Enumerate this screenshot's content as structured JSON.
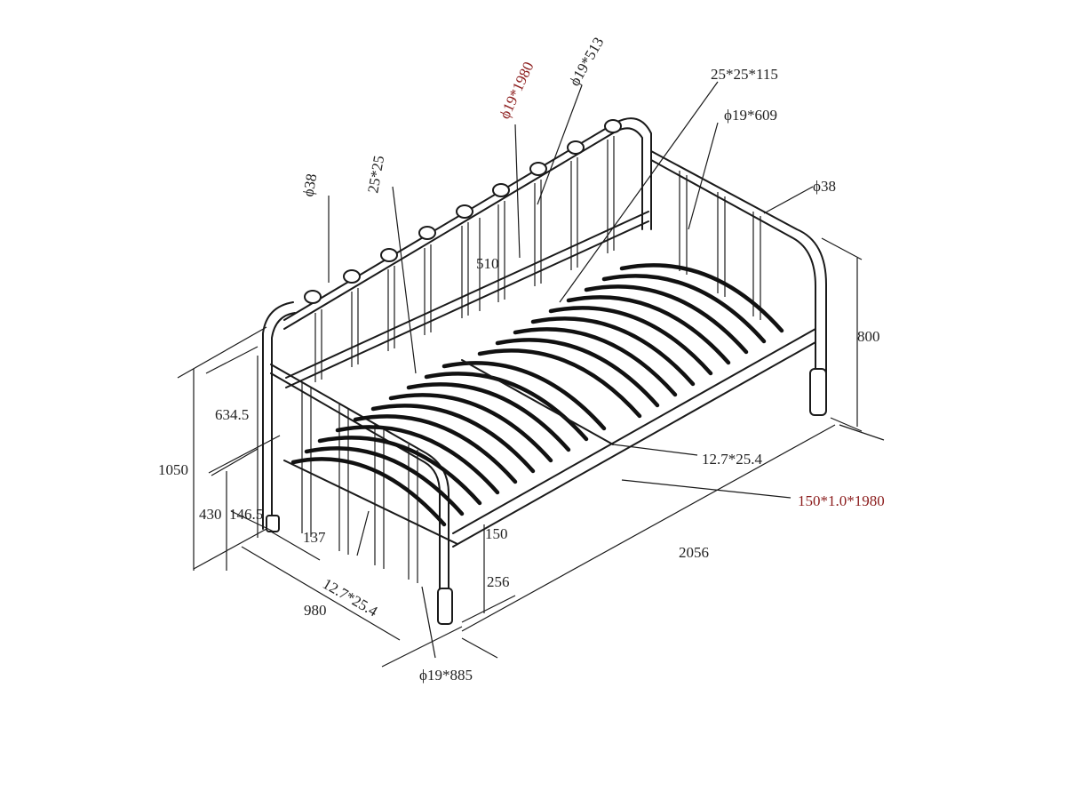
{
  "diagram": {
    "labels": {
      "dia38_left": "ϕ38",
      "sq25": "25*25",
      "dia19_1980": "ϕ19*1980",
      "dia19_513": "ϕ19*513",
      "sq25_115": "25*25*115",
      "dia19_609": "ϕ19*609",
      "dia38_right": "ϕ38",
      "h510": "510",
      "h800": "800",
      "h634": "634.5",
      "h1050": "1050",
      "h430": "430",
      "h146": "146.5",
      "h137": "137",
      "slat_right": "12.7*25.4",
      "rail": "150*1.0*1980",
      "h150": "150",
      "len2056": "2056",
      "h256": "256",
      "slat_left": "12.7*25.4",
      "w980": "980",
      "dia19_885": "ϕ19*885"
    },
    "colors": {
      "line": "#1a1a1a",
      "accent_text": "#8b1c1c"
    }
  }
}
